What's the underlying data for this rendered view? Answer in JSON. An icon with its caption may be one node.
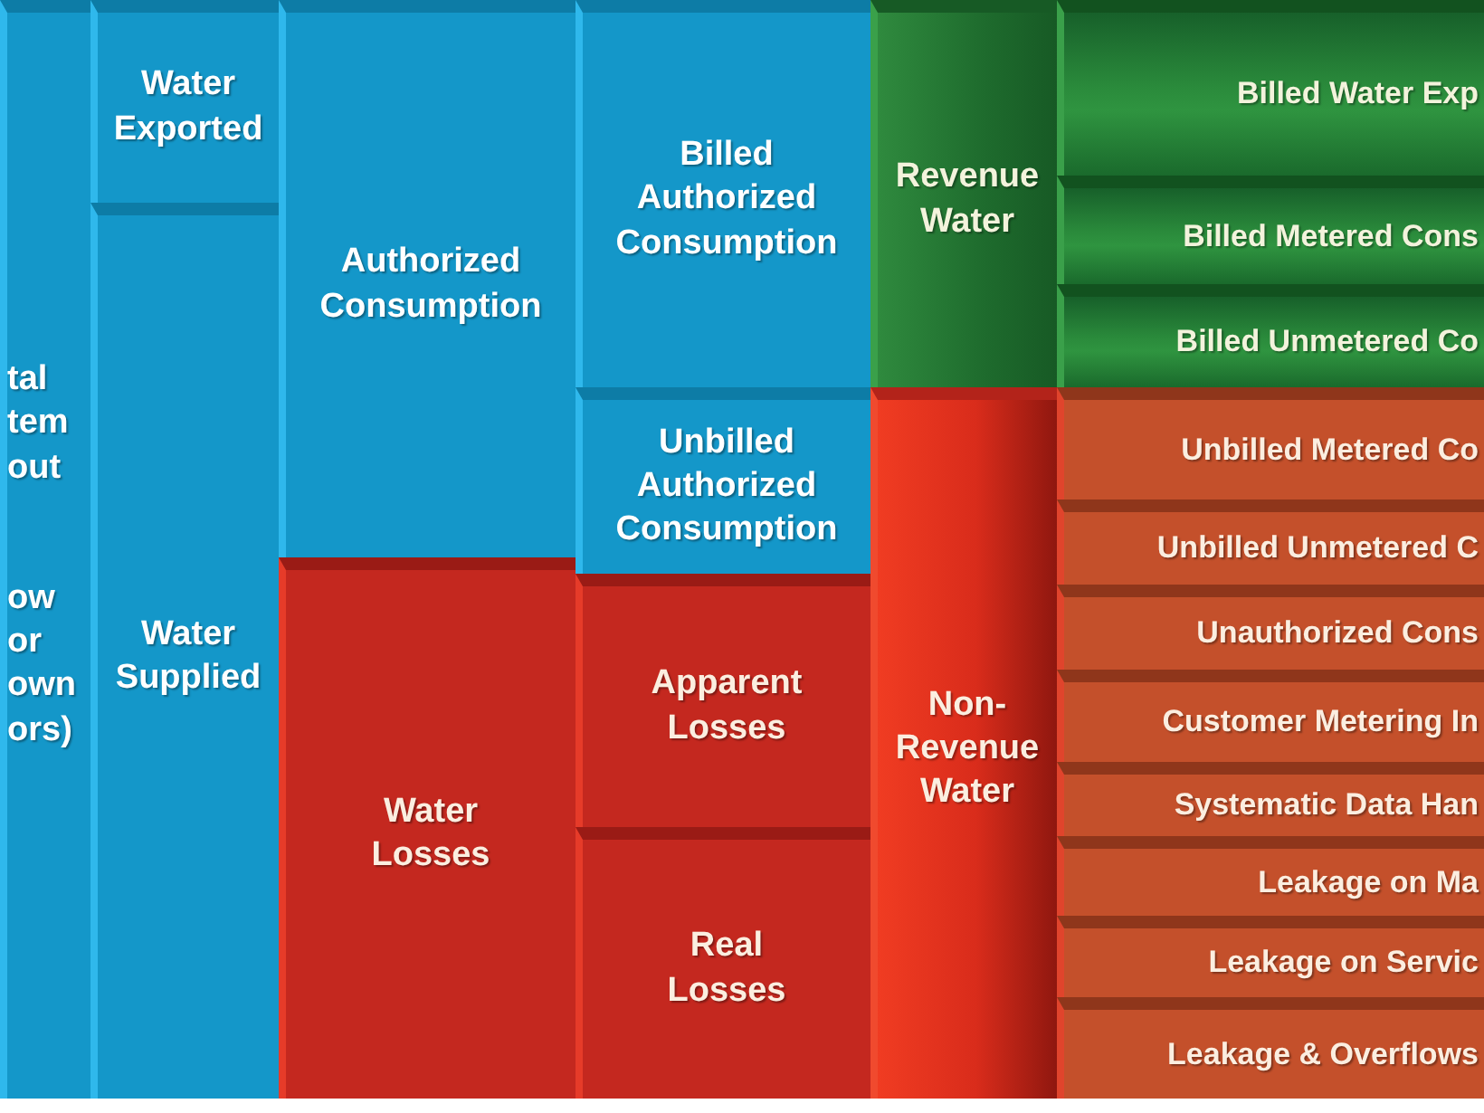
{
  "diagram": {
    "nodes": [
      {
        "text": [
          "tal tem out",
          "ow or own ors)"
        ]
      },
      {
        "text": [
          "Water Exported"
        ]
      },
      {
        "text": [
          "Water Supplied"
        ]
      },
      {
        "text": [
          "Authorized Consumption"
        ]
      },
      {
        "text": [
          "Water Losses"
        ]
      },
      {
        "text": [
          "Billed Authorized Consumption"
        ]
      },
      {
        "text": [
          "Unbilled Authorized Consumption"
        ]
      },
      {
        "text": [
          "Apparent Losses"
        ]
      },
      {
        "text": [
          "Real Losses"
        ]
      },
      {
        "text": [
          "Revenue Water"
        ]
      },
      {
        "text": [
          "Non-Revenue Water"
        ]
      },
      {
        "text": [
          "Billed Water Exp"
        ]
      },
      {
        "text": [
          "Billed Metered Cons"
        ]
      },
      {
        "text": [
          "Billed Unmetered Co"
        ]
      },
      {
        "text": [
          "Unbilled Metered Co"
        ]
      },
      {
        "text": [
          "Unbilled Unmetered C"
        ]
      },
      {
        "text": [
          "Unauthorized Cons"
        ]
      },
      {
        "text": [
          "Customer Metering In"
        ]
      },
      {
        "text": [
          "Systematic Data Han"
        ]
      },
      {
        "text": [
          "Leakage on Ma"
        ]
      },
      {
        "text": [
          "Leakage on Servic"
        ]
      },
      {
        "text": [
          "Leakage & Overflows"
        ]
      }
    ]
  }
}
